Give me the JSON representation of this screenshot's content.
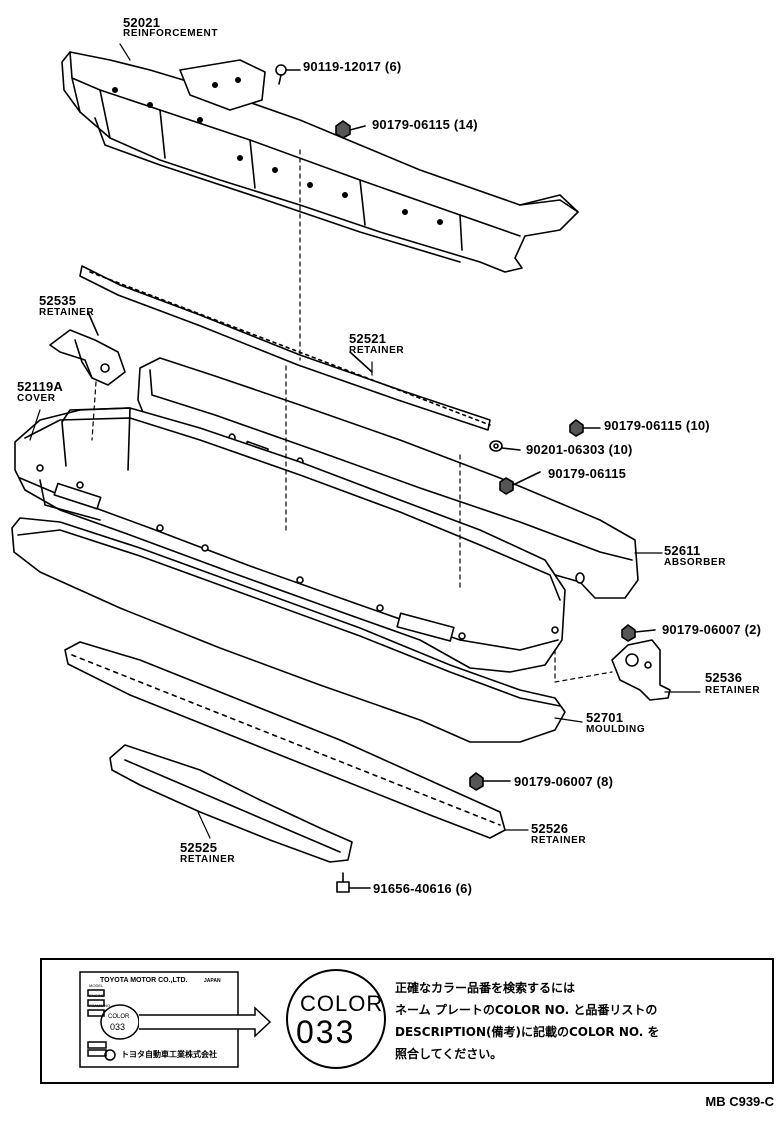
{
  "parts": [
    {
      "id": "p52021",
      "number": "52021",
      "name": "REINFORCEMENT"
    },
    {
      "id": "p90119",
      "number": "90119-12017 (6)",
      "name": ""
    },
    {
      "id": "p90179a",
      "number": "90179-06115 (14)",
      "name": ""
    },
    {
      "id": "p52535",
      "number": "52535",
      "name": "RETAINER"
    },
    {
      "id": "p52521",
      "number": "52521",
      "name": "RETAINER"
    },
    {
      "id": "p52119",
      "number": "52119A",
      "name": "COVER"
    },
    {
      "id": "p90179b",
      "number": "90179-06115 (10)",
      "name": ""
    },
    {
      "id": "p90201",
      "number": "90201-06303 (10)",
      "name": ""
    },
    {
      "id": "p90179c",
      "number": "90179-06115",
      "name": ""
    },
    {
      "id": "p52611",
      "number": "52611",
      "name": "ABSORBER"
    },
    {
      "id": "p90179d",
      "number": "90179-06007 (2)",
      "name": ""
    },
    {
      "id": "p52536",
      "number": "52536",
      "name": "RETAINER"
    },
    {
      "id": "p52701",
      "number": "52701",
      "name": "MOULDING"
    },
    {
      "id": "p90179e",
      "number": "90179-06007 (8)",
      "name": ""
    },
    {
      "id": "p52526",
      "number": "52526",
      "name": "RETAINER"
    },
    {
      "id": "p52525",
      "number": "52525",
      "name": "RETAINER"
    },
    {
      "id": "p91656",
      "number": "91656-40616 (6)",
      "name": ""
    }
  ],
  "note": {
    "plate_maker": "TOYOTA MOTOR CO.,LTD.",
    "plate_country": "JAPAN",
    "plate_rows": [
      "MODEL",
      "ENGINE",
      "FRAME NO."
    ],
    "plate_color_label": "COLOR",
    "plate_color_value": "033",
    "plate_footer": "トヨタ自動車工業株式会社",
    "circle_label": "COLOR",
    "circle_value": "033",
    "text_lines": [
      "正確なカラー品番を検索するには",
      "ネーム プレートのCOLOR NO. と品番リストの",
      "DESCRIPTION(備考)に記載のCOLOR NO. を",
      "照合してください。"
    ]
  },
  "drawing_code": "MB C939-C"
}
